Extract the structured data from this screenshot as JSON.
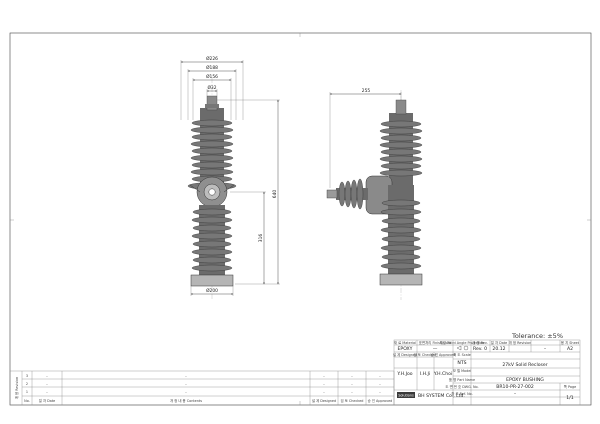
{
  "drawing": {
    "tolerance": "Tolerance: ±5%",
    "front_view": {
      "dims": {
        "top_outer": "Ø226",
        "top_mid": "Ø188",
        "top_inner": "Ø156",
        "stud": "Ø32",
        "bottom": "Ø200",
        "height_total": "640",
        "height_lower": "316"
      }
    },
    "side_view": {
      "dims": {
        "width": "255"
      }
    }
  },
  "title_block": {
    "material_head": "재 료 Material",
    "material": "EPOXY",
    "finish_head": "표면처리 Finish/Coat",
    "finish": "—",
    "proj_head": "투상 Third Angle Projection",
    "rev_head": "개 정 Rev.",
    "rev": "Rev. 0",
    "date_head": "일 자 Date",
    "date": "20.12",
    "revision_head": "개 정 Revision",
    "revision": "–",
    "sheet_head": "용 지 Sheet",
    "sheet": "A2",
    "designed_head": "설 계 Designed",
    "checked_head": "검 토 Checked",
    "approved_head": "승 인 Approved",
    "scale_head": "척 도 Scale",
    "designed": "Y.H.Joo",
    "checked": "I.H.Ji",
    "approved": "Y.H.Choi",
    "model_head": "모 델 Model",
    "model": "27kV Solid Recloser",
    "scale": "NTS",
    "part_head": "품 명 Part Name",
    "part": "EPOXY BUSHING",
    "dwg_head": "도 면 번 호 DWG. No.",
    "dwg": "BR10-PR-27-002",
    "page_head": "쪽 Page",
    "page": "1/1",
    "ref_head": "참 조 Ref. No.",
    "ref": "–",
    "company_logo": "Solutions",
    "company": "BH SYSTEM Co., Ltd."
  },
  "revision_table": {
    "side_label": "개 정 Revision",
    "rows": [
      {
        "num": "3",
        "date": "–",
        "contents": "–",
        "designed": "–",
        "checked": "–",
        "approved": "–"
      },
      {
        "num": "2",
        "date": "–",
        "contents": "–",
        "designed": "–",
        "checked": "–",
        "approved": "–"
      },
      {
        "num": "1",
        "date": "–",
        "contents": "–",
        "designed": "–",
        "checked": "–",
        "approved": "–"
      }
    ],
    "headers": {
      "no": "No.",
      "date": "일 자 Date",
      "contents": "개 정 내 용 Contents",
      "designed": "설 계 Designed",
      "checked": "검 토 Checked",
      "approved": "승 인 Approved"
    }
  }
}
